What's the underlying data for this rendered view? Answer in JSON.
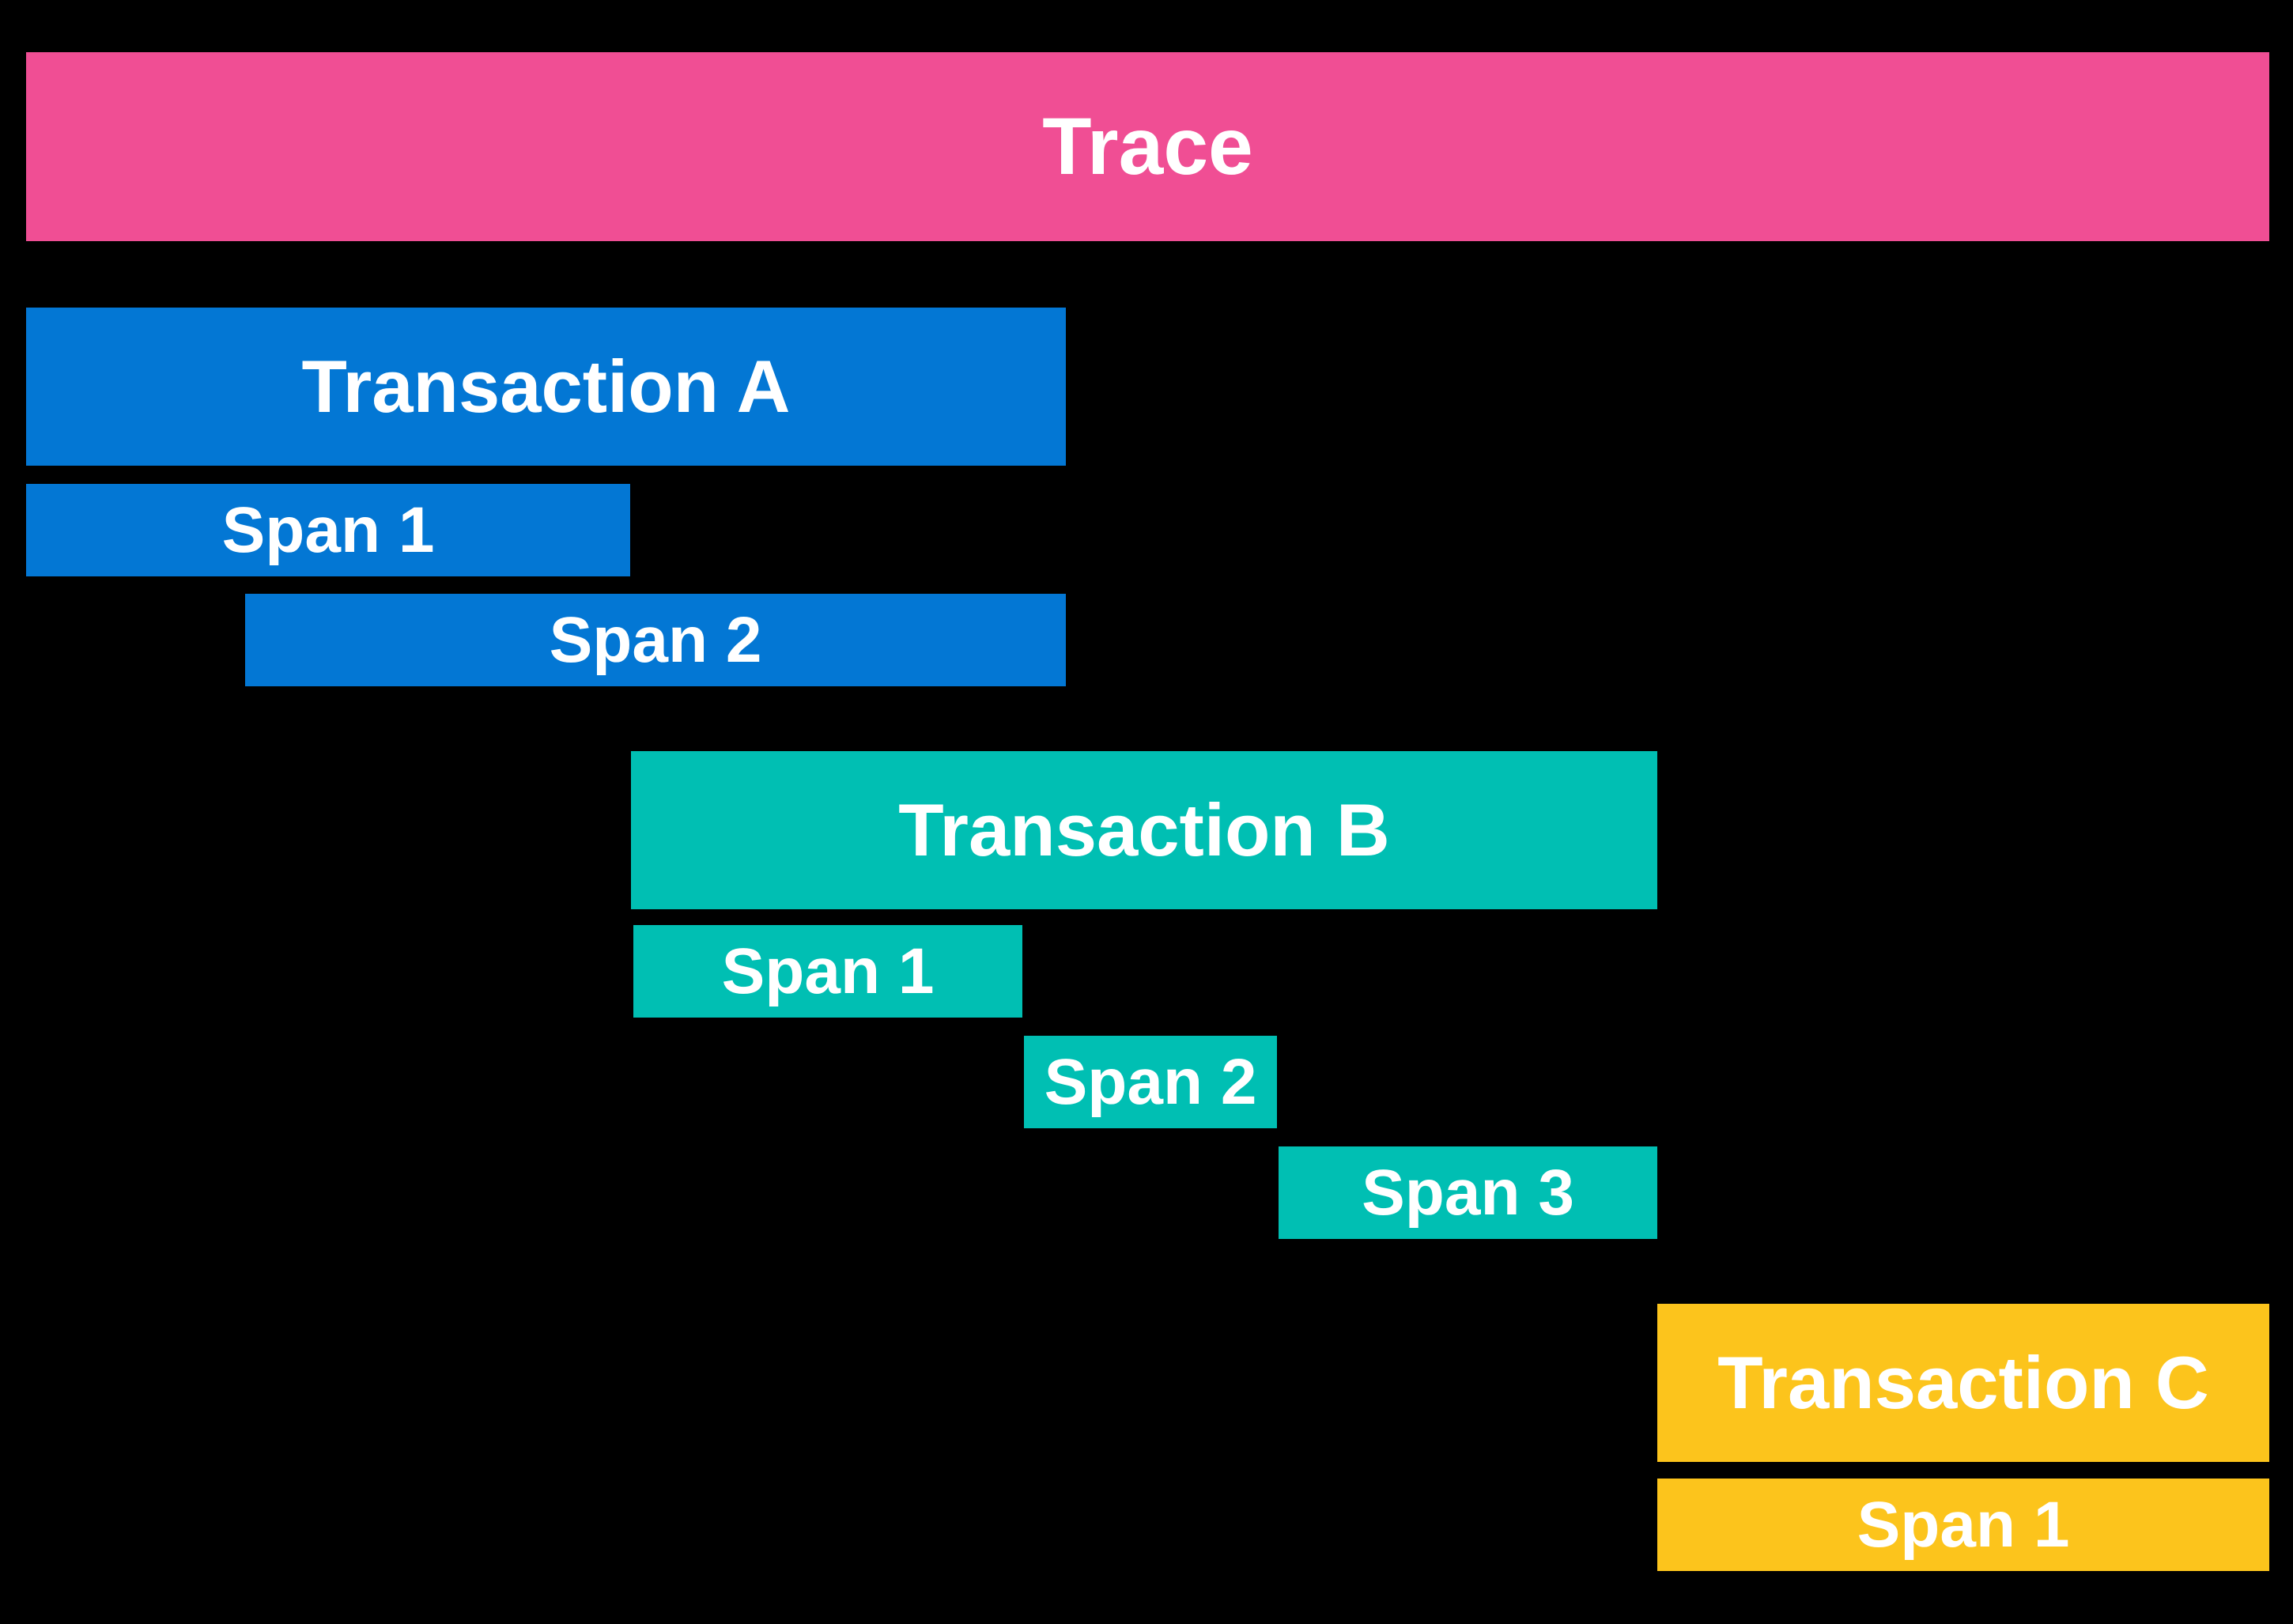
{
  "colors": {
    "background": "#000000",
    "text": "#FFFFFF",
    "trace_pink": "#F04E94",
    "transaction_a_blue": "#0377D4",
    "transaction_b_teal": "#00BFB3",
    "transaction_c_yellow": "#FCC41C"
  },
  "trace": {
    "label": "Trace",
    "color": "#F04E94"
  },
  "transactions": [
    {
      "label": "Transaction A",
      "color": "#0377D4",
      "spans": [
        {
          "label": "Span 1"
        },
        {
          "label": "Span 2"
        }
      ]
    },
    {
      "label": "Transaction B",
      "color": "#00BFB3",
      "spans": [
        {
          "label": "Span 1"
        },
        {
          "label": "Span 2"
        },
        {
          "label": "Span 3"
        }
      ]
    },
    {
      "label": "Transaction C",
      "color": "#FCC41C",
      "spans": [
        {
          "label": "Span 1"
        }
      ]
    }
  ]
}
